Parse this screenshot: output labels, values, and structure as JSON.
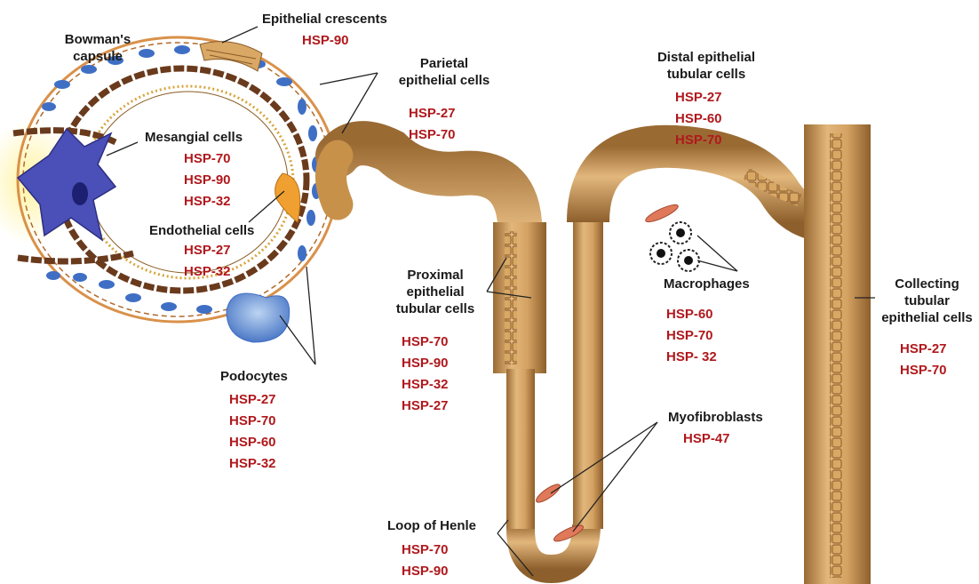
{
  "labels": {
    "bowmans_capsule": [
      "Bowman's",
      "capsule"
    ],
    "epithelial_crescents": "Epithelial crescents",
    "parietal": [
      "Parietal",
      "epithelial cells"
    ],
    "mesangial": "Mesangial cells",
    "endothelial": "Endothelial cells",
    "podocytes": "Podocytes",
    "distal": [
      "Distal epithelial",
      "tubular cells"
    ],
    "proximal": [
      "Proximal",
      "epithelial",
      "tubular cells"
    ],
    "macrophages": "Macrophages",
    "collecting": [
      "Collecting",
      "tubular",
      "epithelial cells"
    ],
    "myofibroblasts": "Myofibroblasts",
    "loop_of_henle": "Loop of Henle"
  },
  "hsp": {
    "epithelial_crescents": [
      "HSP-90"
    ],
    "parietal": [
      "HSP-27",
      "HSP-70"
    ],
    "mesangial": [
      "HSP-70",
      "HSP-90",
      "HSP-32"
    ],
    "endothelial": [
      "HSP-27",
      "HSP-32"
    ],
    "podocytes": [
      "HSP-27",
      "HSP-70",
      "HSP-60",
      "HSP-32"
    ],
    "distal": [
      "HSP-27",
      "HSP-60",
      "HSP-70"
    ],
    "proximal": [
      "HSP-70",
      "HSP-90",
      "HSP-32",
      "HSP-27"
    ],
    "macrophages": [
      "HSP-60",
      "HSP-70",
      "HSP- 32"
    ],
    "collecting": [
      "HSP-27",
      "HSP-70"
    ],
    "myofibroblasts": [
      "HSP-47"
    ],
    "loop_of_henle": [
      "HSP-70",
      "HSP-90"
    ]
  },
  "colors": {
    "tubule": "#c8914a",
    "tubule_dark": "#9a6a33",
    "tubule_light": "#e8bf84",
    "capillary": "#6a3a1c",
    "cell_blue": "#3f6fc4",
    "mesangial": "#4b4fb8",
    "label_red": "#b0181c"
  }
}
